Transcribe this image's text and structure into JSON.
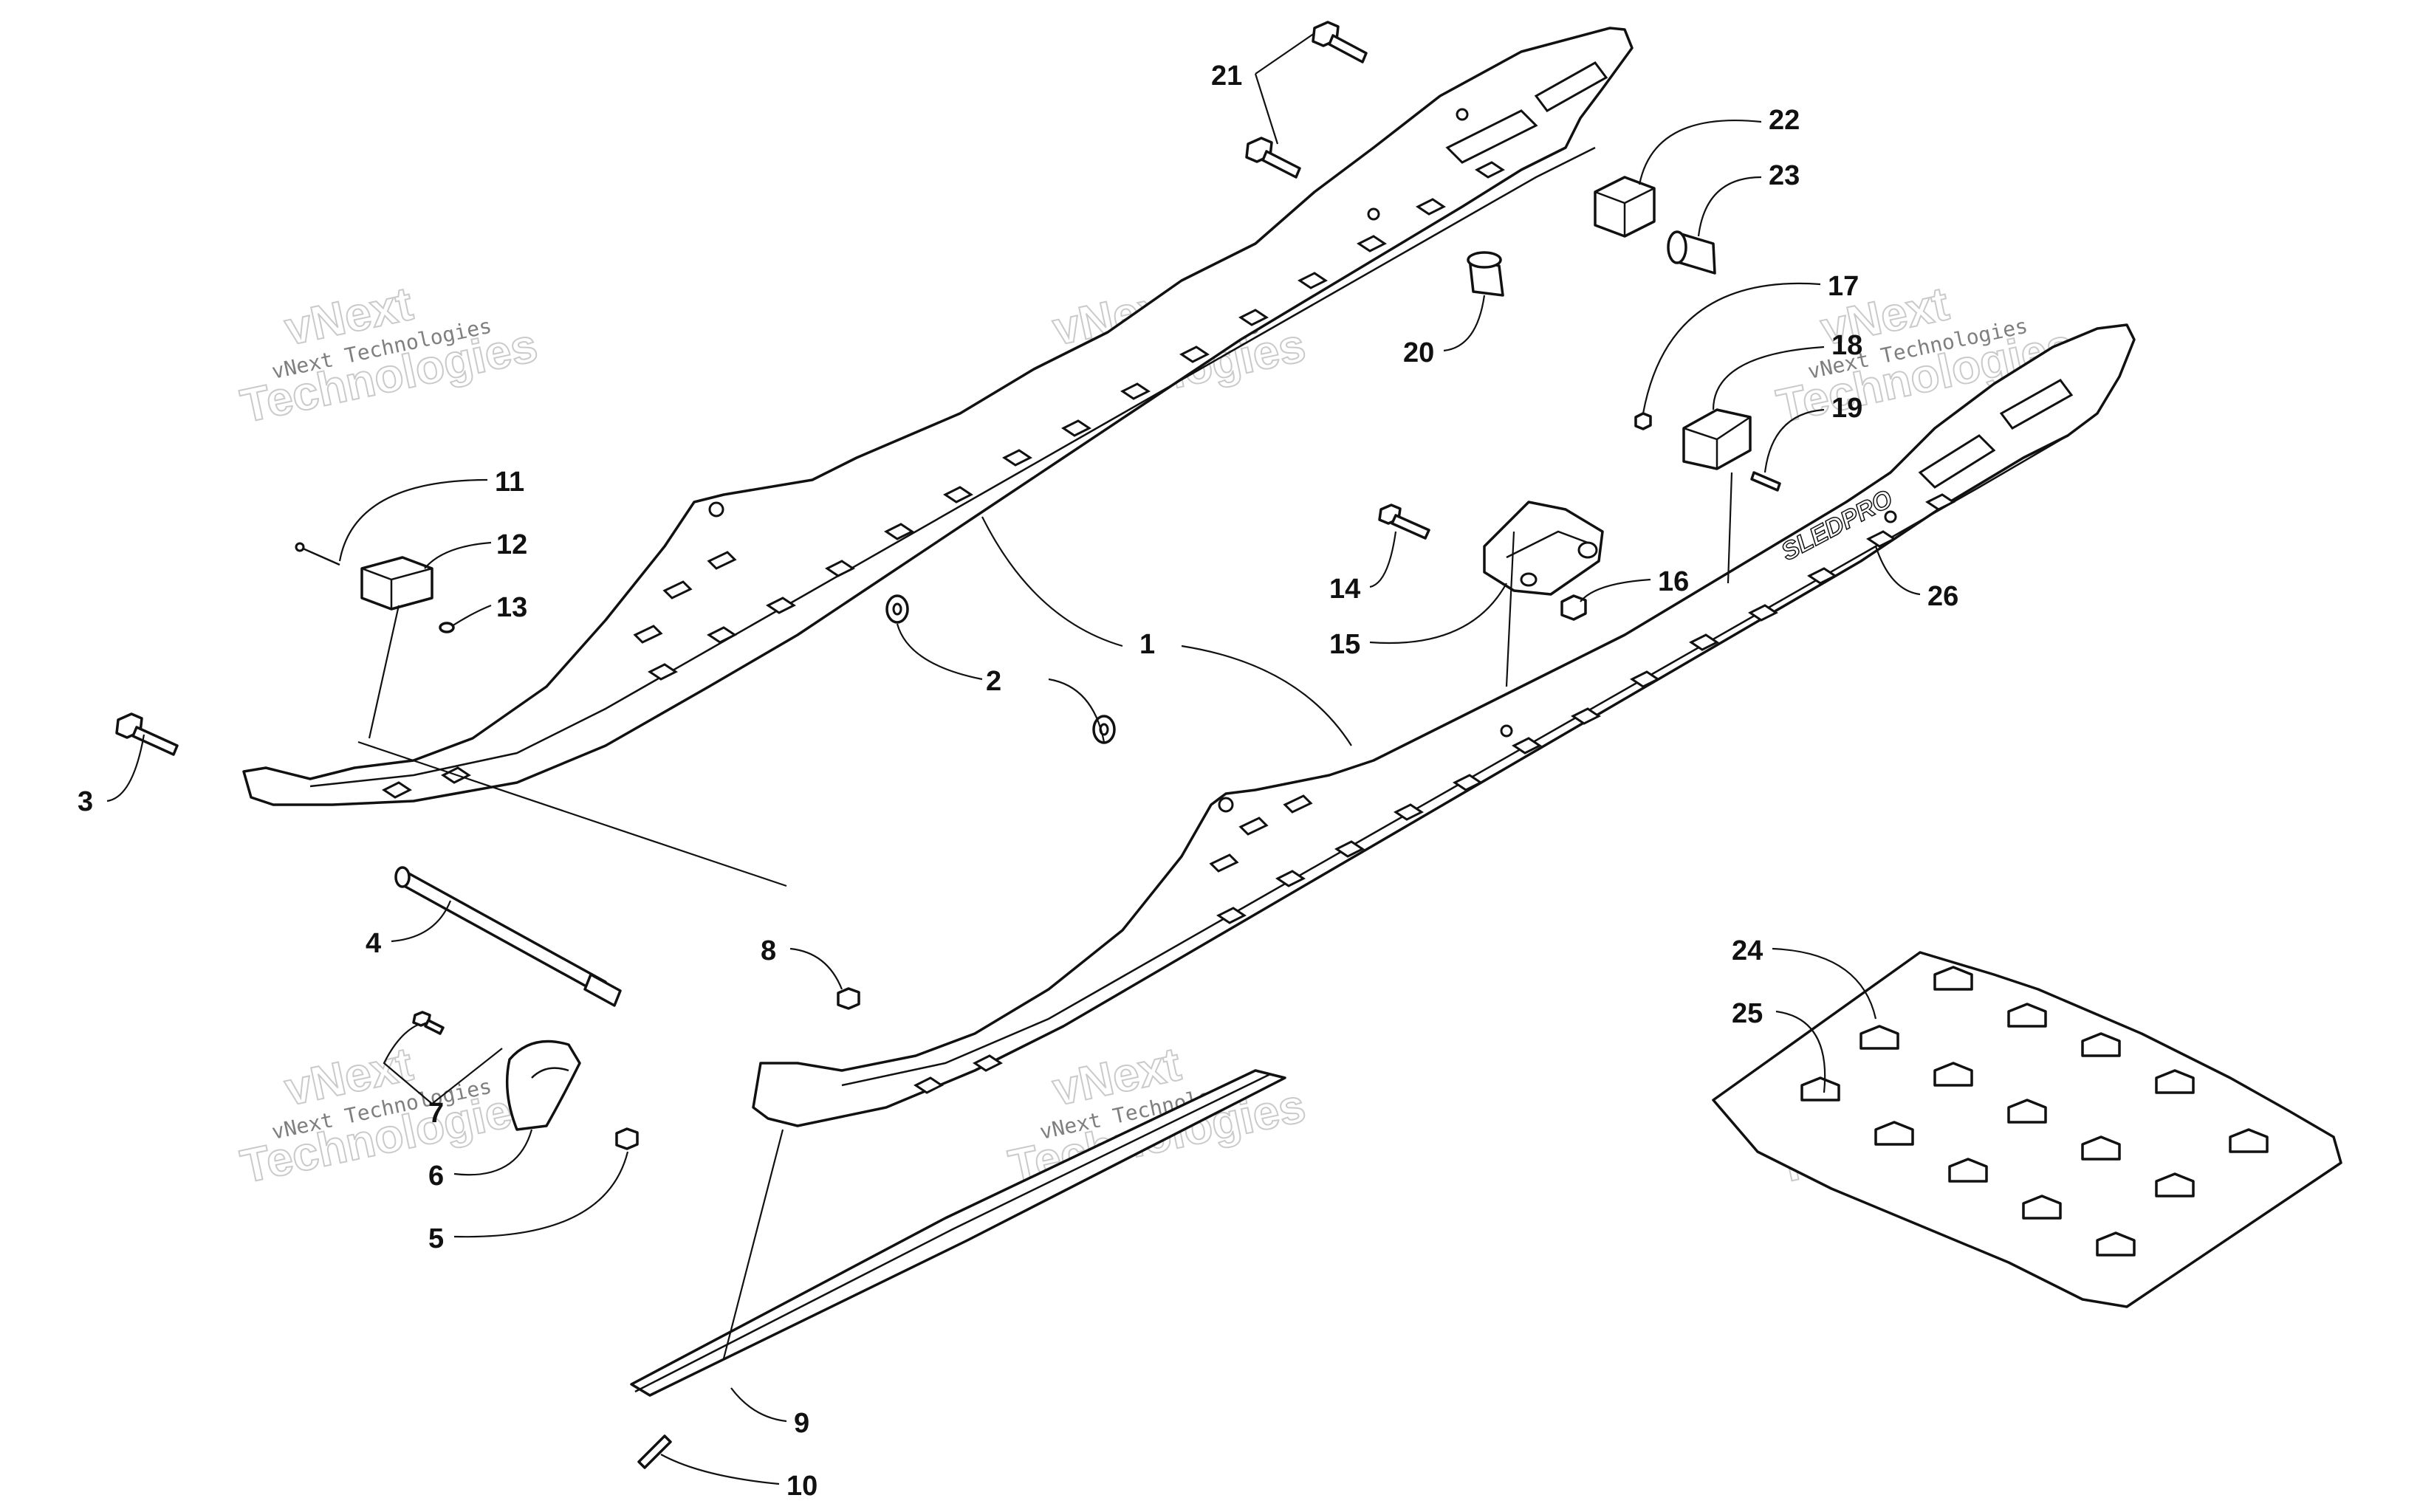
{
  "watermark": {
    "line": "vNext Technologies",
    "word1": "vNext",
    "word2": "Technologies"
  },
  "callouts": [
    "1",
    "2",
    "3",
    "4",
    "5",
    "6",
    "7",
    "8",
    "9",
    "10",
    "11",
    "12",
    "13",
    "14",
    "15",
    "16",
    "17",
    "18",
    "19",
    "20",
    "21",
    "22",
    "23",
    "24",
    "25",
    "26"
  ],
  "rail_decal": "SLEDPRO"
}
